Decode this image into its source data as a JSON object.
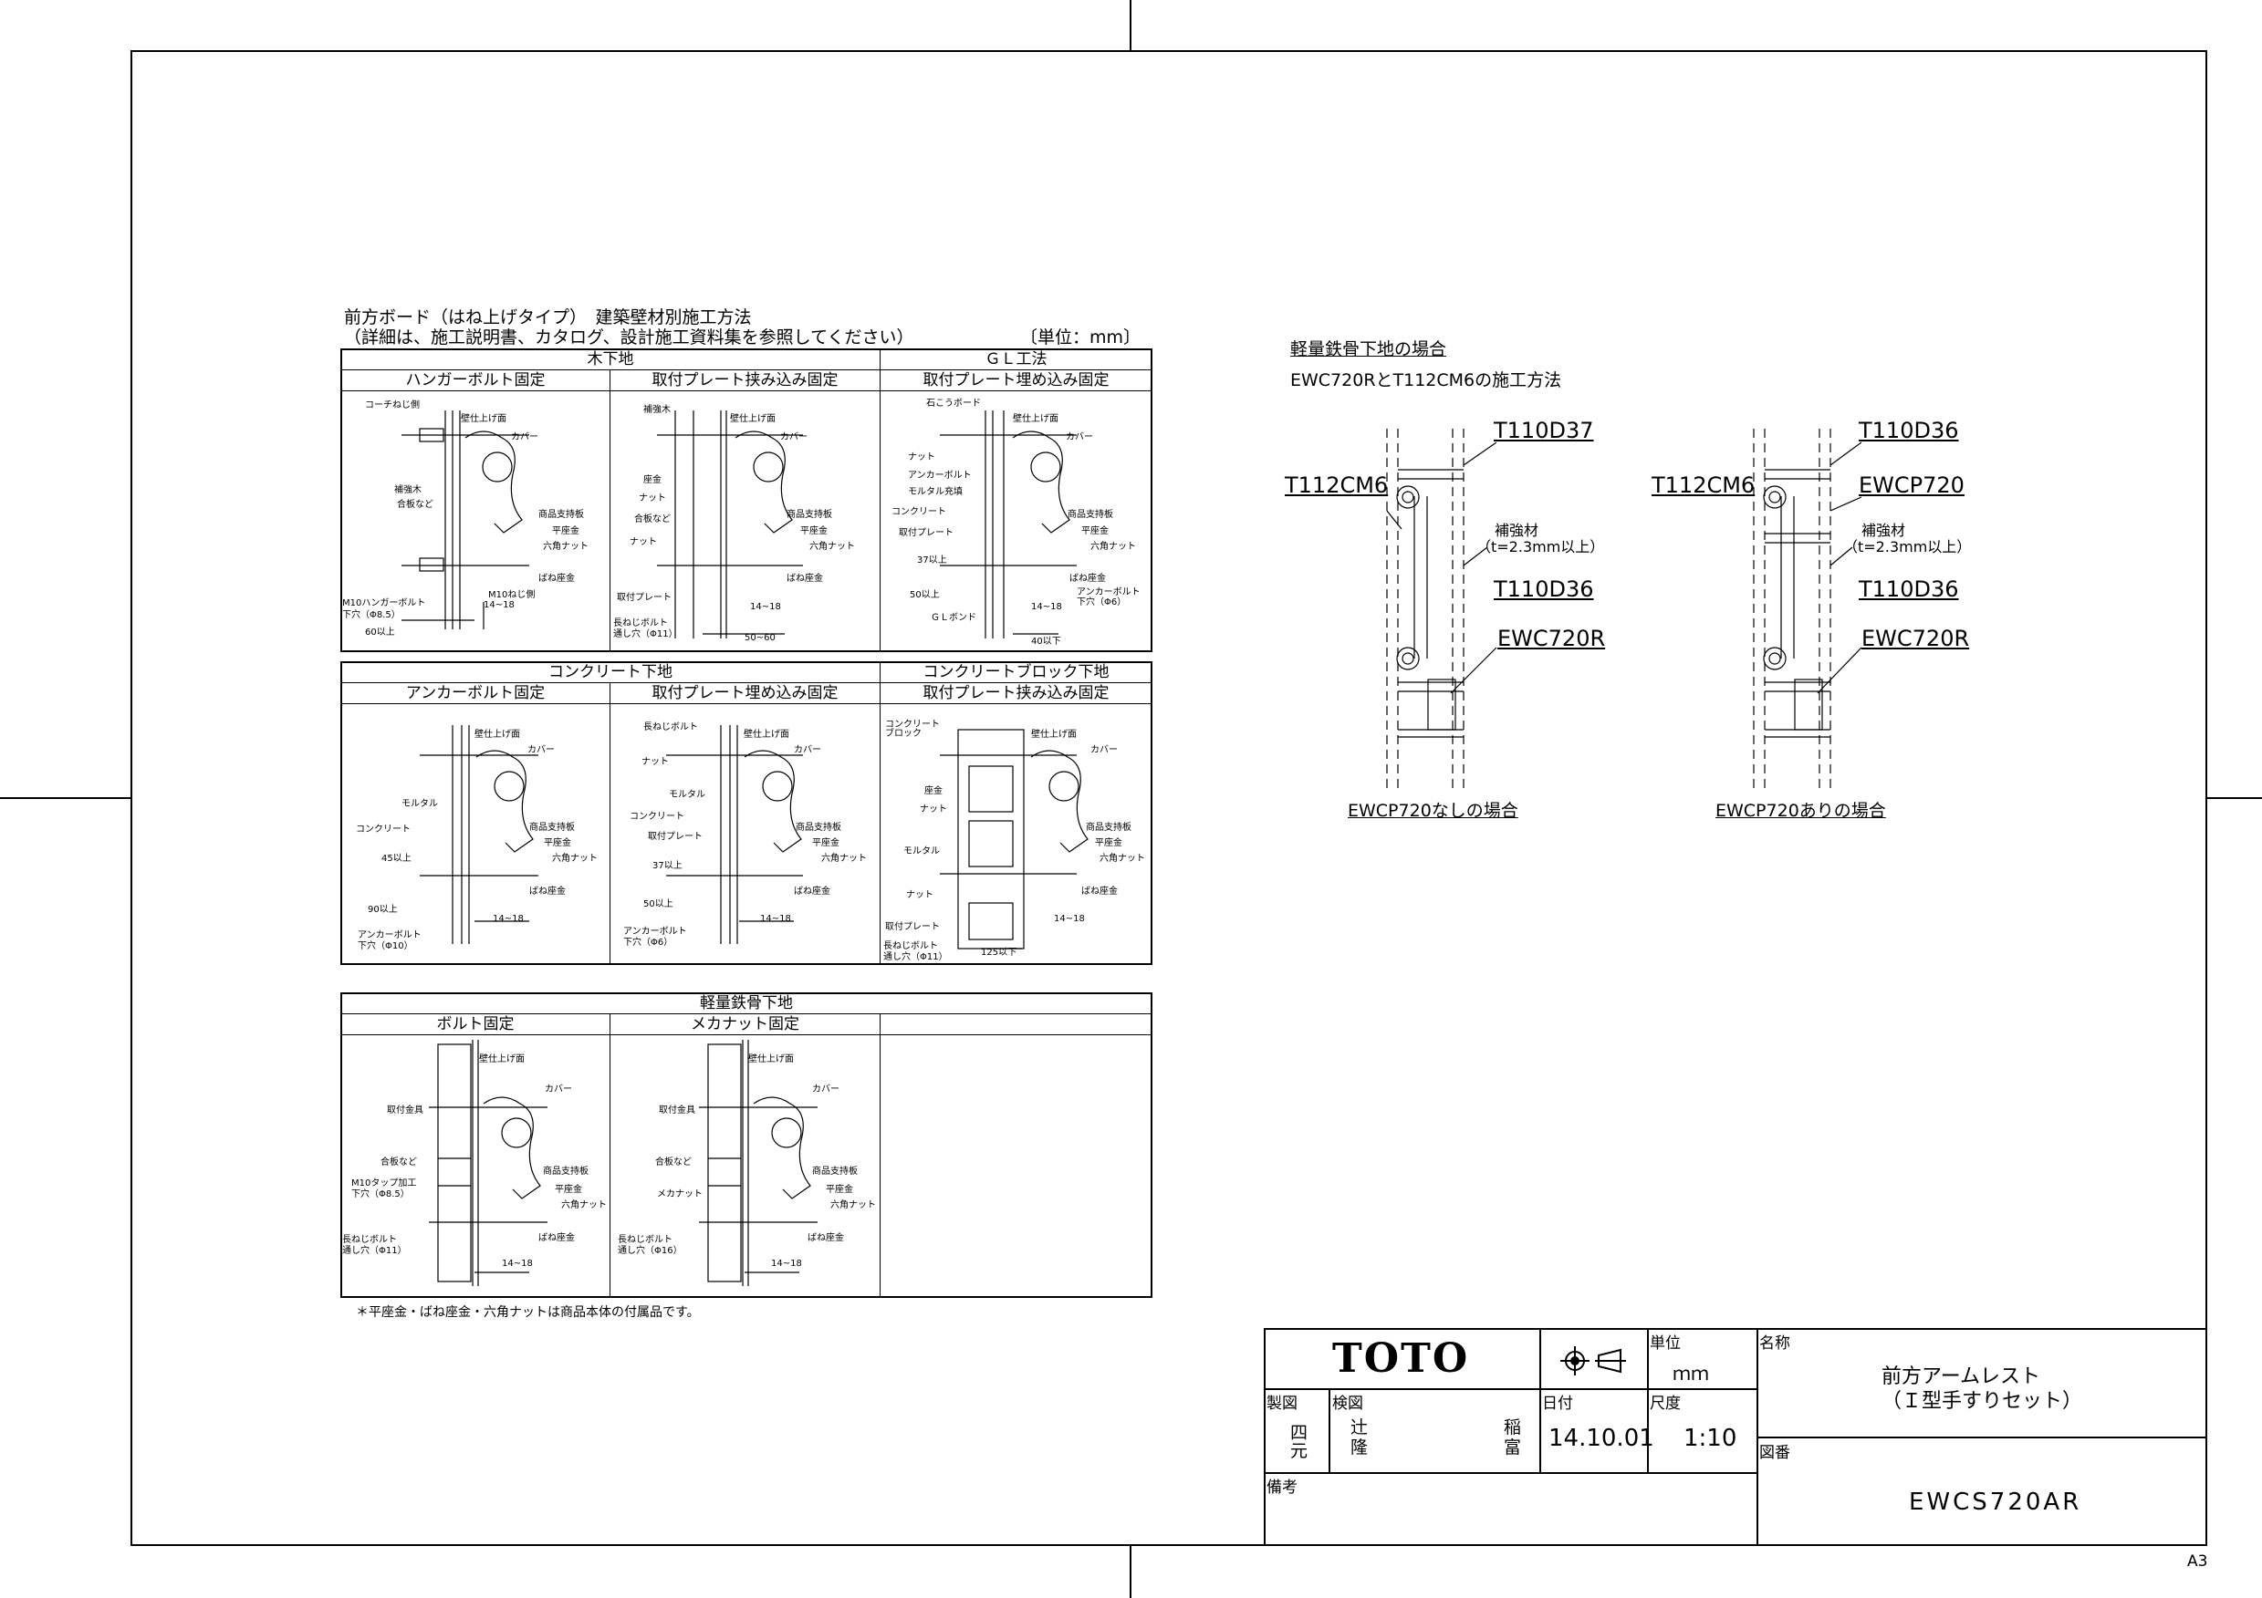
{
  "sheet_size": "A3",
  "detail_title_1": "前方ボード（はね上げタイプ）　建築壁材別施工方法",
  "detail_title_2": "（詳細は、施工説明書、カタログ、設計施工資料集を参照してください）",
  "unit_note": "〔単位：mm〕",
  "sections": {
    "wood": "木下地",
    "gl": "ＧＬ工法",
    "concrete": "コンクリート下地",
    "block": "コンクリートブロック下地",
    "steel": "軽量鉄骨下地"
  },
  "methods": {
    "hanger": "ハンガーボルト固定",
    "plate_clamp": "取付プレート挟み込み固定",
    "plate_embed_gl": "取付プレート埋め込み固定",
    "anchor": "アンカーボルト固定",
    "plate_embed_conc": "取付プレート埋め込み固定",
    "plate_clamp_block": "取付プレート挟み込み固定",
    "bolt": "ボルト固定",
    "mecha_nut": "メカナット固定"
  },
  "labels": {
    "coach_screw": "コーチねじ側",
    "wall_finish": "壁仕上げ面",
    "cover": "カバー",
    "reinforcement": "補強木",
    "plywood": "合板など",
    "support_plate": "商品支持板",
    "flat_washer": "平座金",
    "hex_nut": "六角ナット",
    "spring_washer": "ばね座金",
    "m10_hanger": "M10ハンガーボルト",
    "pilot_hole_85": "下穴（Φ8.5）",
    "m10_side": "M10ねじ側",
    "dim_14_18": "14~18",
    "dim_60": "60以上",
    "washer": "座金",
    "nut": "ナット",
    "mount_plate": "取付プレート",
    "long_bolt": "長ねじボルト",
    "through_hole_11": "通し穴（Φ11）",
    "dim_50_60": "50~60",
    "gypsum_board": "石こうボード",
    "anchor_bolt": "アンカーボルト",
    "mortar_fill": "モルタル充填",
    "concrete": "コンクリート",
    "dim_37": "37以上",
    "dim_50": "50以上",
    "gl_bond": "ＧＬボンド",
    "pilot_hole_6": "下穴（Φ6）",
    "dim_40": "40以下",
    "mortar": "モルタル",
    "dim_45": "45以上",
    "dim_90": "90以上",
    "pilot_hole_10": "下穴（Φ10）",
    "block": "コンクリートブロック",
    "dim_125": "125以下",
    "mount_fitting": "取付金具",
    "m10_tap": "M10タップ加工",
    "pilot_hole_85b": "下穴（Φ8.5）",
    "through_hole_16": "通し穴（Φ16）",
    "mecha_nut": "メカナット"
  },
  "footnote": "＊平座金・ばね座金・六角ナットは商品本体の付属品です。",
  "steel_section": {
    "title": "軽量鉄骨下地の場合",
    "subtitle": "EWC720RとT112CM6の施工方法",
    "left": {
      "t110d37": "T110D37",
      "t112cm6": "T112CM6",
      "reinforce": "補強材",
      "reinforce_t": "（t=2.3mm以上）",
      "t110d36": "T110D36",
      "ewc720r": "EWC720R",
      "caption": "EWCP720なしの場合"
    },
    "right": {
      "t110d36_top": "T110D36",
      "t112cm6": "T112CM6",
      "ewcp720": "EWCP720",
      "reinforce": "補強材",
      "reinforce_t": "（t=2.3mm以上）",
      "t110d36": "T110D36",
      "ewc720r": "EWC720R",
      "caption": "EWCP720ありの場合"
    }
  },
  "title_block": {
    "logo": "TOTO",
    "unit_label": "単位",
    "unit_value": "ｍｍ",
    "name_label": "名称",
    "name_line1": "前方アームレスト",
    "name_line2": "（Ｉ型手すりセット）",
    "drawn_label": "製図",
    "drawn_by_1": "四",
    "drawn_by_2": "元",
    "checked_label": "検図",
    "checked_by_1": "辻",
    "checked_by_2": "隆",
    "checked_by_3": "稲",
    "checked_by_4": "富",
    "date_label": "日付",
    "date_value": "14.10.01",
    "scale_label": "尺度",
    "scale_value": "1:10",
    "drawing_no_label": "図番",
    "drawing_no": "EWCS720AR",
    "remarks_label": "備考"
  }
}
